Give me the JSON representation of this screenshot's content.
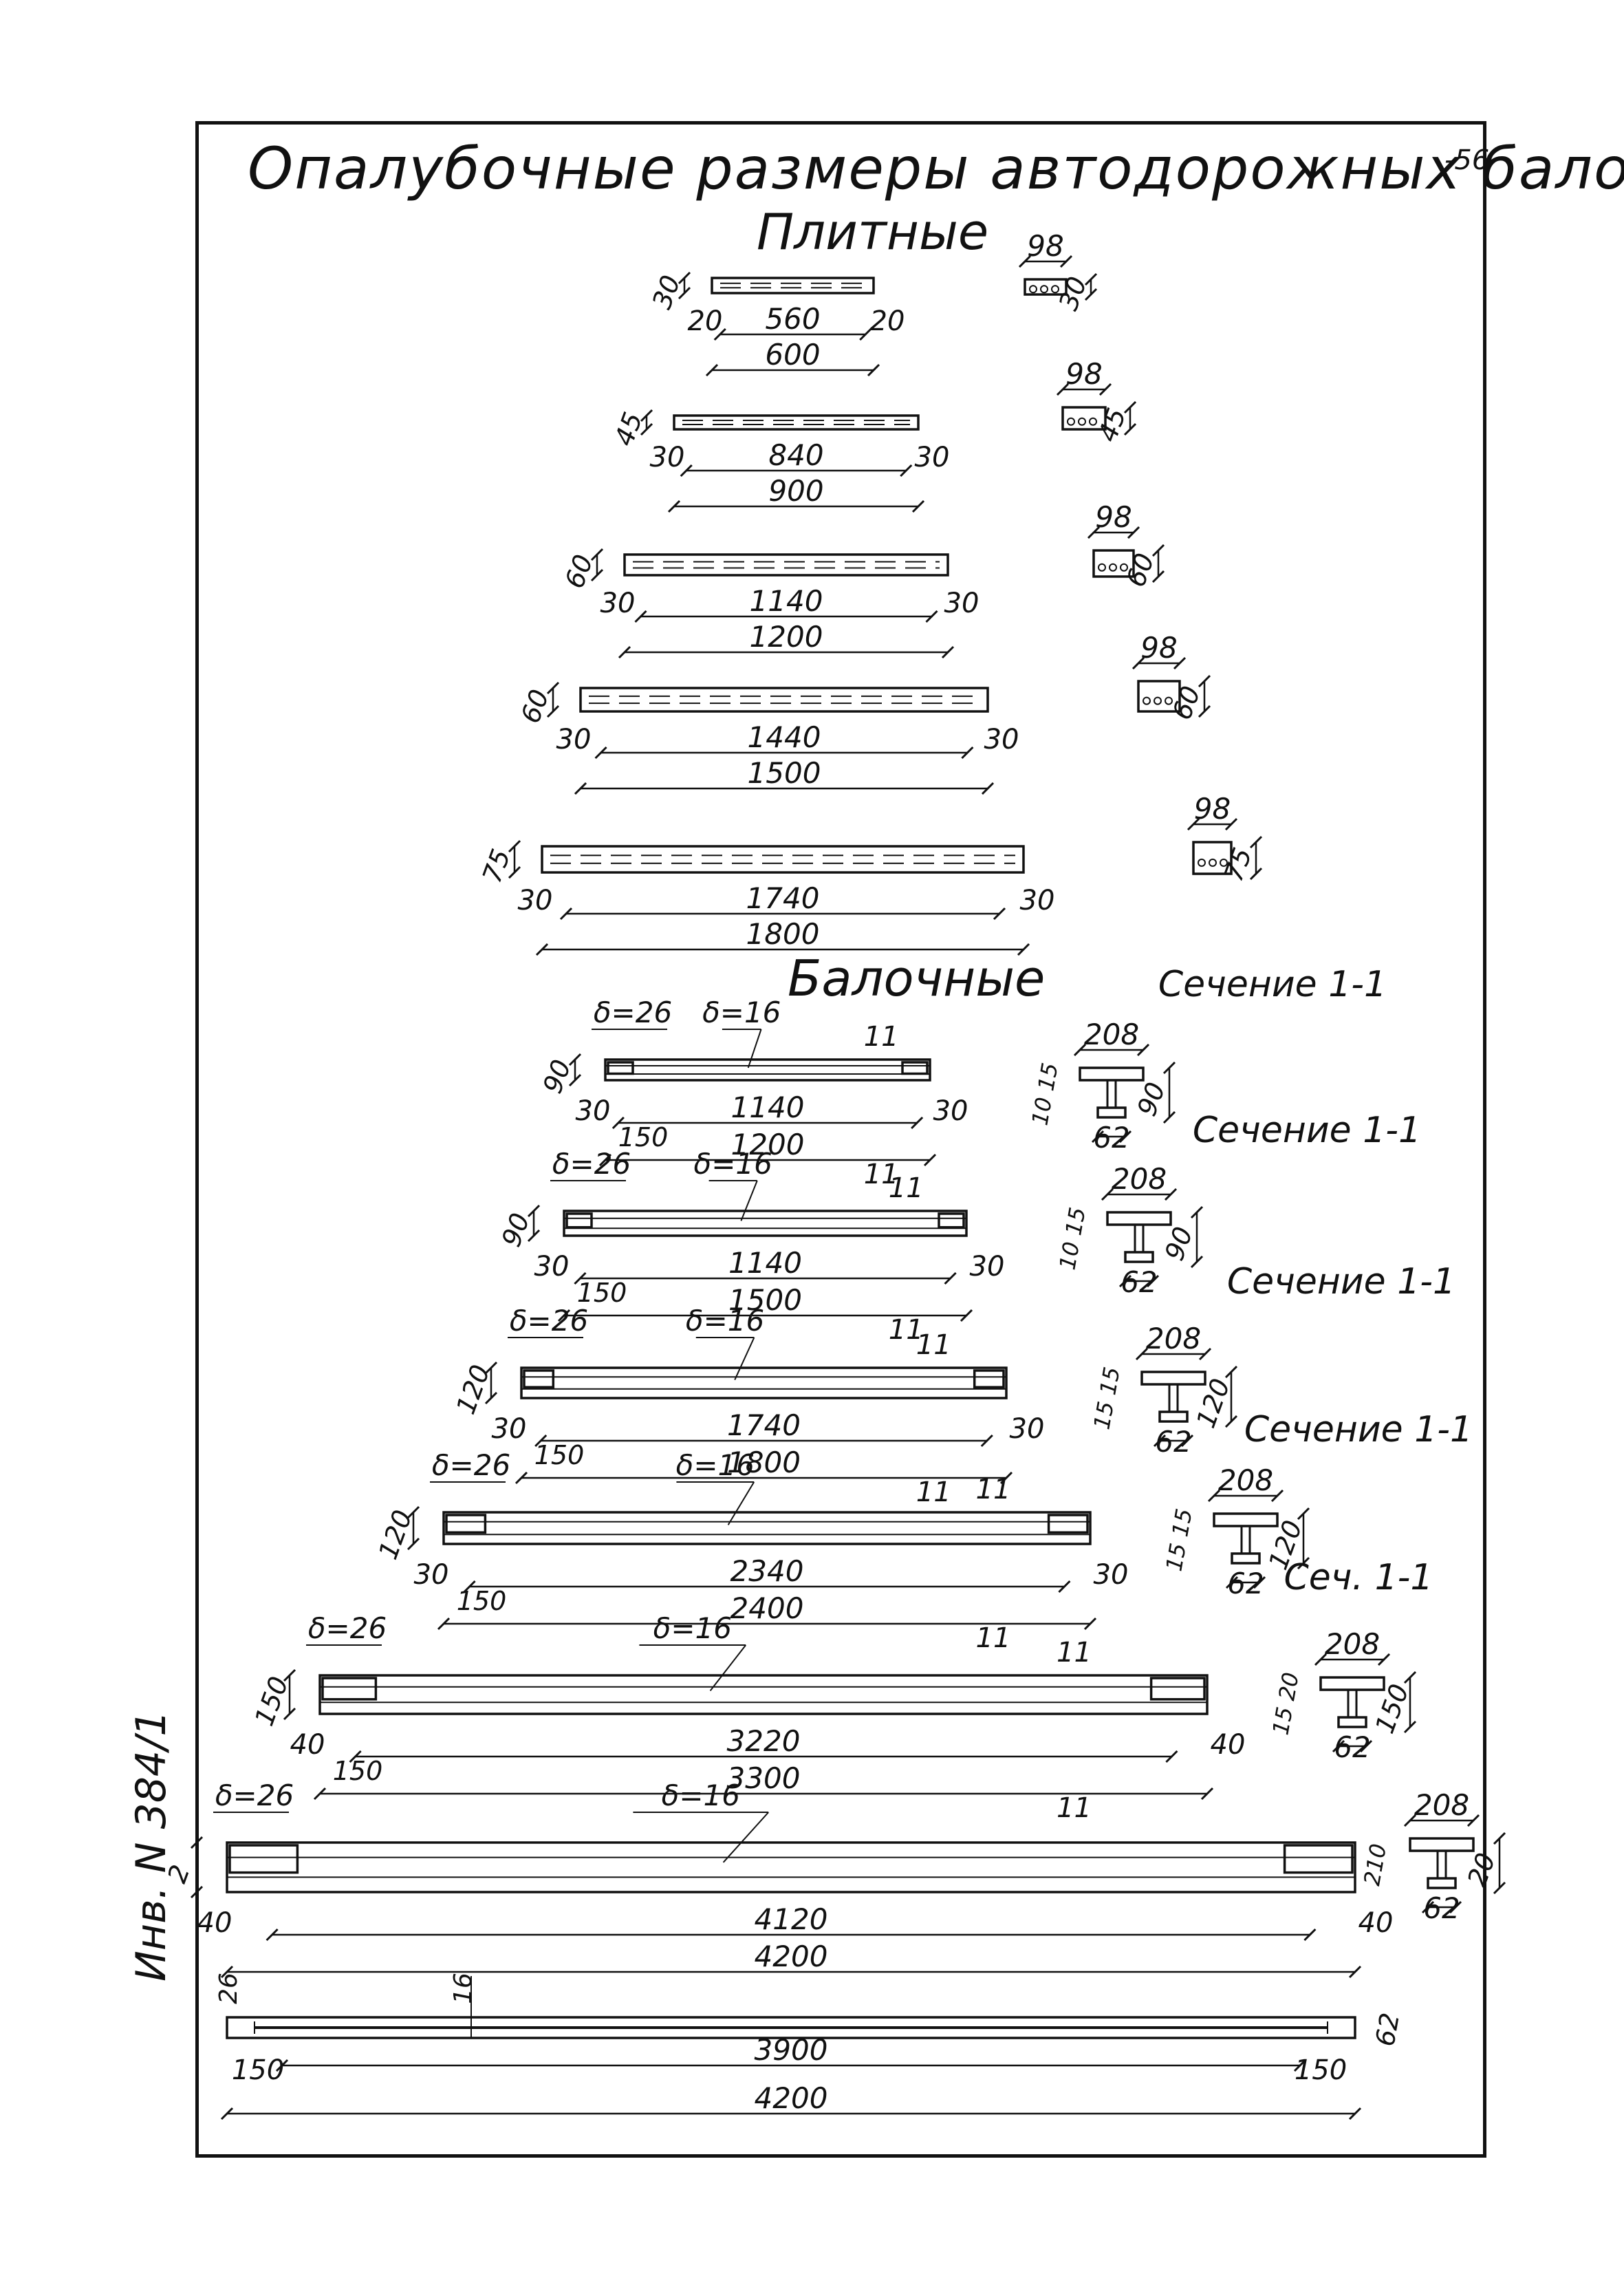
{
  "title": "Опалубочные размеры автодорожных балок",
  "page_number": "-56",
  "inventory": "Инв. N 384/1",
  "sections": {
    "slab": "Плитные",
    "beam": "Балочные"
  },
  "slabs": [
    {
      "height": "30",
      "edge": "20",
      "inner": "560",
      "total": "600",
      "cs_width": "98",
      "cs_height": "30"
    },
    {
      "height": "45",
      "edge": "30",
      "inner": "840",
      "total": "900",
      "cs_width": "98",
      "cs_height": "45"
    },
    {
      "height": "60",
      "edge": "30",
      "inner": "1140",
      "total": "1200",
      "cs_width": "98",
      "cs_height": "60"
    },
    {
      "height": "60",
      "edge": "30",
      "inner": "1440",
      "total": "1500",
      "cs_width": "98",
      "cs_height": "60"
    },
    {
      "height": "75",
      "edge": "30",
      "inner": "1740",
      "total": "1800",
      "cs_width": "98",
      "cs_height": "75"
    }
  ],
  "beams": [
    {
      "height": "90",
      "delta_end": "δ=26",
      "delta_mid": "δ=16",
      "edge": "30",
      "offset": "150",
      "inner": "1140",
      "total": "1200",
      "section_label": "Сечение 1-1",
      "cs_top": "208",
      "cs_flange": "10 15",
      "cs_bottom": "62",
      "cs_height": "90",
      "cut": "1"
    },
    {
      "height": "90",
      "delta_end": "δ=26",
      "delta_mid": "δ=16",
      "edge": "30",
      "offset": "150",
      "inner": "1140",
      "total": "1500",
      "section_label": "Сечение 1-1",
      "cs_top": "208",
      "cs_flange": "10 15",
      "cs_bottom": "62",
      "cs_height": "90",
      "cut": "1"
    },
    {
      "height": "120",
      "delta_end": "δ=26",
      "delta_mid": "δ=16",
      "edge": "30",
      "offset": "150",
      "inner": "1740",
      "total": "1800",
      "section_label": "Сечение 1-1",
      "cs_top": "208",
      "cs_flange": "15 15",
      "cs_bottom": "62",
      "cs_height": "120",
      "cut": "1"
    },
    {
      "height": "120",
      "delta_end": "δ=26",
      "delta_mid": "δ=16",
      "edge": "30",
      "offset": "150",
      "inner": "2340",
      "total": "2400",
      "section_label": "Сечение 1-1",
      "cs_top": "208",
      "cs_flange": "15 15",
      "cs_bottom": "62",
      "cs_height": "120",
      "cut": "1"
    },
    {
      "height": "150",
      "delta_end": "δ=26",
      "delta_mid": "δ=16",
      "edge": "40",
      "offset": "150",
      "inner": "3220",
      "total": "3300",
      "section_label": "Сеч. 1-1",
      "cs_top": "208",
      "cs_flange": "15 20",
      "cs_bottom": "62",
      "cs_height": "150",
      "cut": "1"
    },
    {
      "height": "2",
      "delta_end": "δ=26",
      "delta_mid": "δ=16",
      "edge": "40",
      "offset": "",
      "inner": "4120",
      "total": "4200",
      "section_label": "",
      "cs_top": "208",
      "cs_flange": "210",
      "cs_bottom": "62",
      "cs_height": "20",
      "cut": ""
    }
  ],
  "plan_view": {
    "end_width": "26",
    "mid_width": "16",
    "edge": "150",
    "inner": "3900",
    "total": "4200",
    "side": "62"
  }
}
